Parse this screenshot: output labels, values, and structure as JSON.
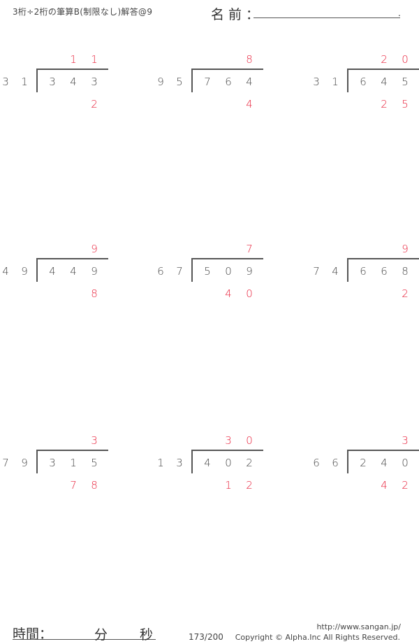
{
  "header": {
    "title": "3桁÷2桁の筆算B(制限なし)解答@9",
    "name_label": "名前：",
    "name_end": "."
  },
  "problems": [
    {
      "divisor": [
        "3",
        "1"
      ],
      "dividend": [
        "3",
        "4",
        "3"
      ],
      "quotient": [
        "",
        "1",
        "1"
      ],
      "remainder": [
        "",
        "",
        "2"
      ]
    },
    {
      "divisor": [
        "9",
        "5"
      ],
      "dividend": [
        "7",
        "6",
        "4"
      ],
      "quotient": [
        "",
        "",
        "8"
      ],
      "remainder": [
        "",
        "",
        "4"
      ]
    },
    {
      "divisor": [
        "3",
        "1"
      ],
      "dividend": [
        "6",
        "4",
        "5"
      ],
      "quotient": [
        "",
        "2",
        "0"
      ],
      "remainder": [
        "",
        "2",
        "5"
      ]
    },
    {
      "divisor": [
        "4",
        "9"
      ],
      "dividend": [
        "4",
        "4",
        "9"
      ],
      "quotient": [
        "",
        "",
        "9"
      ],
      "remainder": [
        "",
        "",
        "8"
      ]
    },
    {
      "divisor": [
        "6",
        "7"
      ],
      "dividend": [
        "5",
        "0",
        "9"
      ],
      "quotient": [
        "",
        "",
        "7"
      ],
      "remainder": [
        "",
        "4",
        "0"
      ]
    },
    {
      "divisor": [
        "7",
        "4"
      ],
      "dividend": [
        "6",
        "6",
        "8"
      ],
      "quotient": [
        "",
        "",
        "9"
      ],
      "remainder": [
        "",
        "",
        "2"
      ]
    },
    {
      "divisor": [
        "7",
        "9"
      ],
      "dividend": [
        "3",
        "1",
        "5"
      ],
      "quotient": [
        "",
        "",
        "3"
      ],
      "remainder": [
        "",
        "7",
        "8"
      ]
    },
    {
      "divisor": [
        "1",
        "3"
      ],
      "dividend": [
        "4",
        "0",
        "2"
      ],
      "quotient": [
        "",
        "3",
        "0"
      ],
      "remainder": [
        "",
        "1",
        "2"
      ]
    },
    {
      "divisor": [
        "6",
        "6"
      ],
      "dividend": [
        "2",
        "4",
        "0"
      ],
      "quotient": [
        "",
        "",
        "3"
      ],
      "remainder": [
        "",
        "4",
        "2"
      ]
    }
  ],
  "footer": {
    "time_label": "時間：",
    "minutes_label": "分",
    "seconds_label": "秒",
    "page": "173/200",
    "url": "http://www.sangan.jp/",
    "copyright": "Copyright © Alpha.Inc All Rights Reserved."
  },
  "colors": {
    "answer": "#e8203a",
    "text": "#444444",
    "line": "#555555"
  }
}
